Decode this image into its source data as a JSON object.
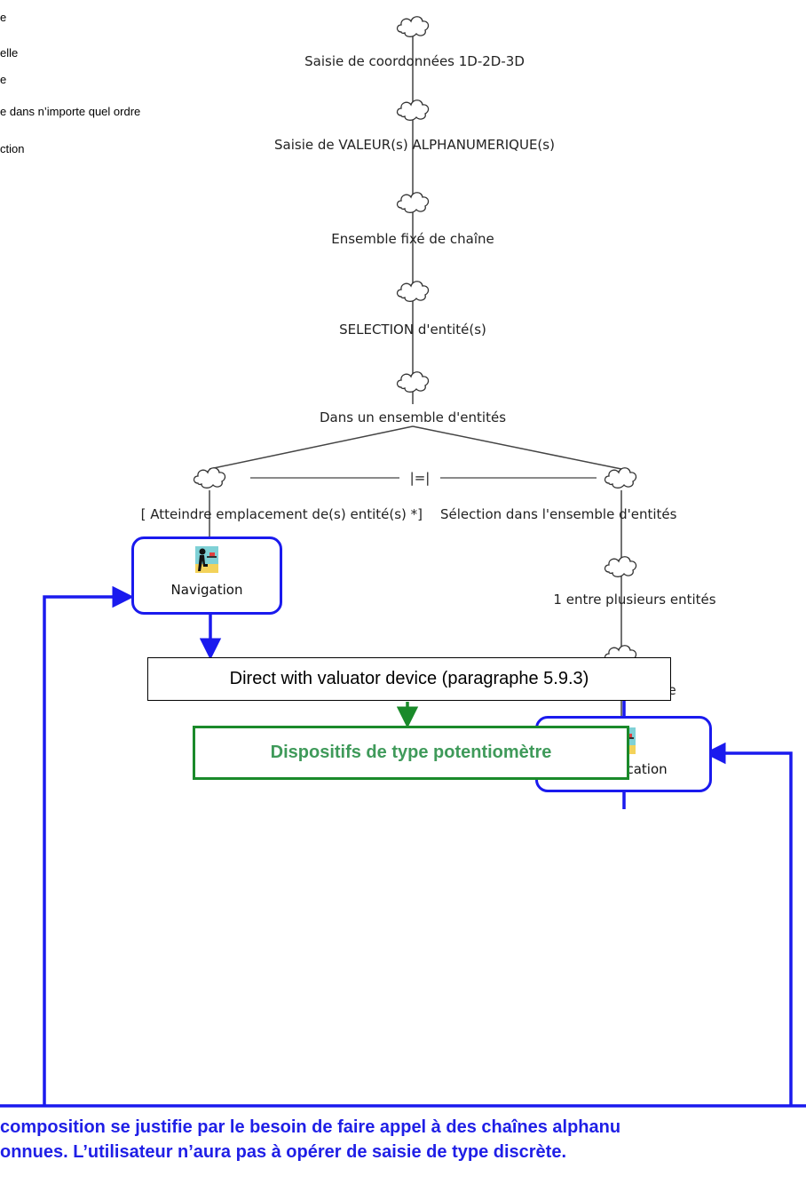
{
  "legend": {
    "lines": [
      "e",
      "elle",
      "e",
      "e dans n’importe quel ordre",
      "ction"
    ]
  },
  "tree": {
    "nodes": [
      "Saisie de coordonnées 1D-2D-3D",
      "Saisie de VALEUR(s) ALPHANUMERIQUE(s)",
      "Ensemble fixé de chaîne",
      "SELECTION d'entité(s)",
      "Dans un ensemble d'entités"
    ],
    "operator": "|=|",
    "left_branch": "[ Atteindre emplacement de(s) entité(s) *]",
    "right_branch": "Sélection dans l'ensemble d'entités",
    "right_sub": [
      "1 entre plusieurs entités",
      "Sélection simple"
    ]
  },
  "actions": {
    "navigation": "Navigation",
    "identification": "Identification"
  },
  "boxes": {
    "direct": "Direct with valuator device (paragraphe 5.9.3)",
    "dispositifs": "Dispositifs de type potentiomètre"
  },
  "footer": {
    "line1": "composition se justifie par le besoin de faire appel à des chaînes alphanu",
    "line2": "onnues. L’utilisateur n’aura pas à opérer de saisie de type discrète."
  },
  "colors": {
    "blue": "#1a1aee",
    "green": "#1a8a2a",
    "green_text": "#3f9a5a"
  }
}
